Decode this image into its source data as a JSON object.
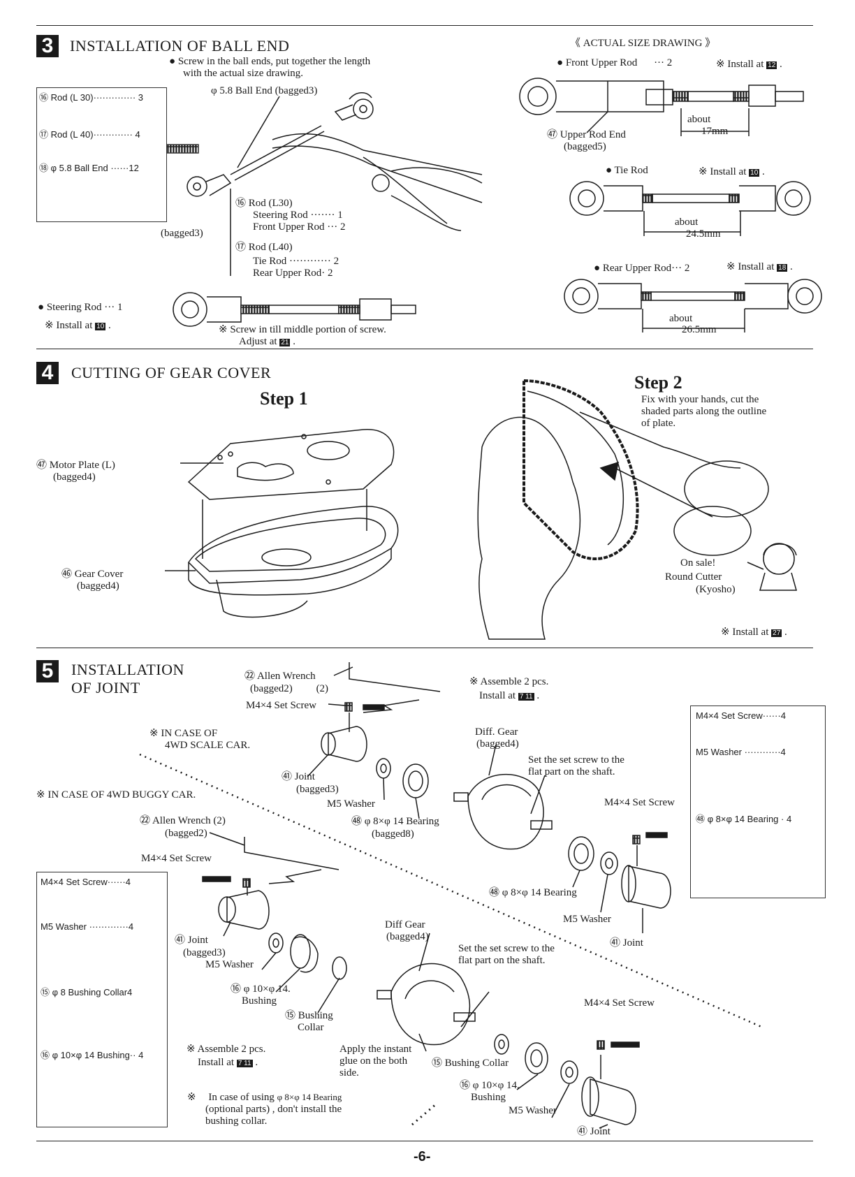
{
  "page_number": "-6-",
  "s3": {
    "num": "3",
    "title": "INSTALLATION OF BALL END",
    "instruction_line1": "Screw in the ball ends, put together the length",
    "instruction_line2": "with the actual size drawing.",
    "ball_end_callout": "φ 5.8 Ball End (bagged3)",
    "box_rod30": "Rod (L 30)·············· 3",
    "box_rod40": "Rod (L 40)············· 4",
    "box_ballend": "φ 5.8 Ball End ······12",
    "rod30_label": "Rod (L30)",
    "rod30_item1": "Steering Rod ······· 1",
    "rod30_item2": "Front Upper Rod ··· 2",
    "bagged3": "(bagged3)",
    "rod40_label": "Rod (L40)",
    "rod40_item1": "Tie Rod ············ 2",
    "rod40_item2": "Rear Upper Rod· 2",
    "steering_rod": "Steering Rod ··· 1",
    "steering_install": "※ Install at",
    "steering_install_ref": "10",
    "screw_note1": "※ Screw in till middle portion of screw.",
    "screw_note2": "Adjust at",
    "screw_note_ref": "21",
    "actual_size": "《 ACTUAL SIZE DRAWING 》",
    "front_upper": "Front Upper Rod",
    "front_upper_qty": "··· 2",
    "front_install": "※ Install at",
    "front_install_ref": "12",
    "about": "about",
    "front_len": "17mm",
    "upper_rod_end": "Upper Rod End",
    "bagged5": "(bagged5)",
    "tie_rod": "Tie Rod",
    "tie_install": "※ Install at",
    "tie_install_ref": "10",
    "tie_len": "24.5mm",
    "rear_upper": "Rear Upper Rod··· 2",
    "rear_install": "※ Install at",
    "rear_install_ref": "18",
    "rear_len": "26.5mm"
  },
  "s4": {
    "num": "4",
    "title": "CUTTING OF GEAR COVER",
    "step1": "Step 1",
    "step2": "Step 2",
    "motor_plate": "Motor Plate (L)",
    "bagged4": "(bagged4)",
    "gear_cover": "Gear Cover",
    "step2_text1": "Fix with your hands, cut the",
    "step2_text2": "shaded parts along the outline",
    "step2_text3": "of plate.",
    "onsale": "On sale!",
    "round_cutter": "Round Cutter",
    "kyosho": "(Kyosho)",
    "install": "※ Install at",
    "install_ref": "27"
  },
  "s5": {
    "num": "5",
    "title_line1": "INSTALLATION",
    "title_line2": "OF JOINT",
    "allen_wrench": "Allen Wrench",
    "allen_qty": "(2)",
    "bagged2": "(bagged2)",
    "setscrew": "M4×4 Set Screw",
    "assemble": "※ Assemble 2 pcs.",
    "install_at": "Install at",
    "install_ref": "7 11",
    "scale_case1": "※ IN CASE OF",
    "scale_case2": "4WD SCALE CAR.",
    "buggy_case": "※ IN CASE OF 4WD BUGGY CAR.",
    "diff_gear": "Diff. Gear",
    "diff_gear2": "Diff Gear",
    "bagged4": "(bagged4)",
    "set_flat1": "Set the set screw to the",
    "set_flat2": "flat part on the shaft.",
    "joint": "Joint",
    "bagged3": "(bagged3)",
    "m5_washer": "M5 Washer",
    "bearing": "φ 8×φ 14 Bearing",
    "bagged8": "(bagged8)",
    "bearing_short": "φ 8×φ 14 Bearing",
    "bushing": "φ 10×φ 14.",
    "bushing_word": "Bushing",
    "bushing_collar1": "Bushing",
    "bushing_collar2": "Collar",
    "bushing_collar_inline": "Bushing Collar",
    "glue1": "Apply the instant",
    "glue2": "glue on the both",
    "glue3": "side.",
    "optional1": "In case of using",
    "optional_part": "φ 8×φ 14 Bearing",
    "optional2": "(optional parts) , don't install the",
    "optional3": "bushing collar.",
    "box1_setscrew": "M4×4 Set Screw······4",
    "box1_washer": "M5 Washer ············4",
    "box1_bearing": "φ 8×φ 14 Bearing · 4",
    "box2_setscrew": "M4×4 Set Screw······4",
    "box2_washer": "M5 Washer ·············4",
    "box2_collar": "φ 8 Bushing Collar4",
    "box2_bushing": "φ 10×φ 14 Bushing·· 4"
  }
}
